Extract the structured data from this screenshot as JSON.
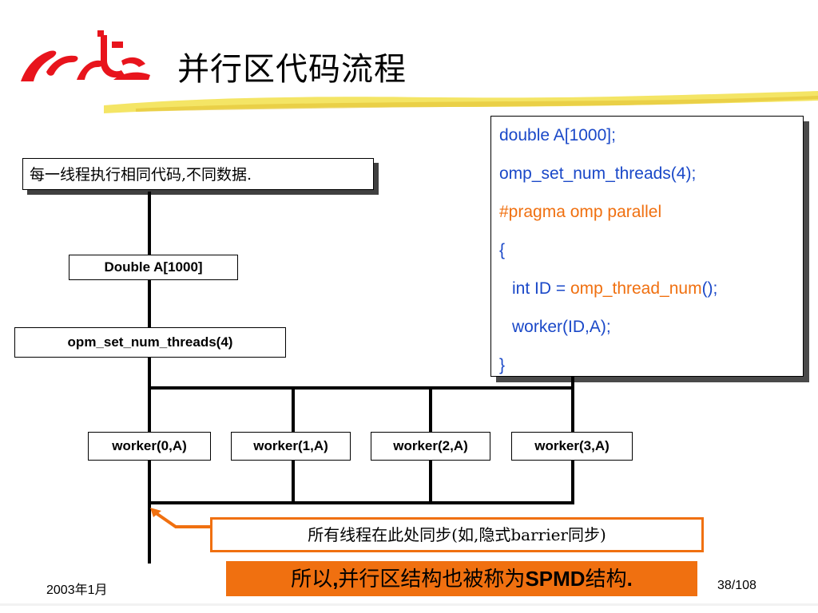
{
  "slide": {
    "title": "并行区代码流程",
    "note": "每一线程执行相同代码,不同数据.",
    "code": [
      {
        "text": "double A[1000];",
        "color": "#1a48c8"
      },
      {
        "text": "omp_set_num_threads(4);",
        "color": "#1a48c8"
      },
      {
        "text": "#pragma omp parallel",
        "color": "#f07010"
      },
      {
        "text": "{",
        "color": "#1a48c8"
      },
      {
        "text_a": "int ID = ",
        "text_b": "omp_thread_num",
        "text_c": "();"
      },
      {
        "text": "worker(ID,A);",
        "color": "#1a48c8"
      },
      {
        "text": "}",
        "color": "#1a48c8"
      }
    ],
    "flow": {
      "decl": "Double A[1000]",
      "set_threads": "opm_set_num_threads(4)",
      "workers": [
        "worker(0,A)",
        "worker(1,A)",
        "worker(2,A)",
        "worker(3,A)"
      ]
    },
    "sync_note": "所有线程在此处同步(如,隐式barrier同步)",
    "spmd_pre": "所以",
    "spmd_comma": ",",
    "spmd_mid": "并行区结构也被称为",
    "spmd_bold": "SPMD",
    "spmd_post": "结构",
    "spmd_dot": ".",
    "date": "2003年1月",
    "page": "38/108"
  },
  "colors": {
    "accent_orange": "#f07010",
    "code_blue": "#1a48c8",
    "logo_red": "#e8141c",
    "brush_yellow": "#f2e14a"
  },
  "icons": [
    "logo-icon",
    "arrow-icon"
  ]
}
